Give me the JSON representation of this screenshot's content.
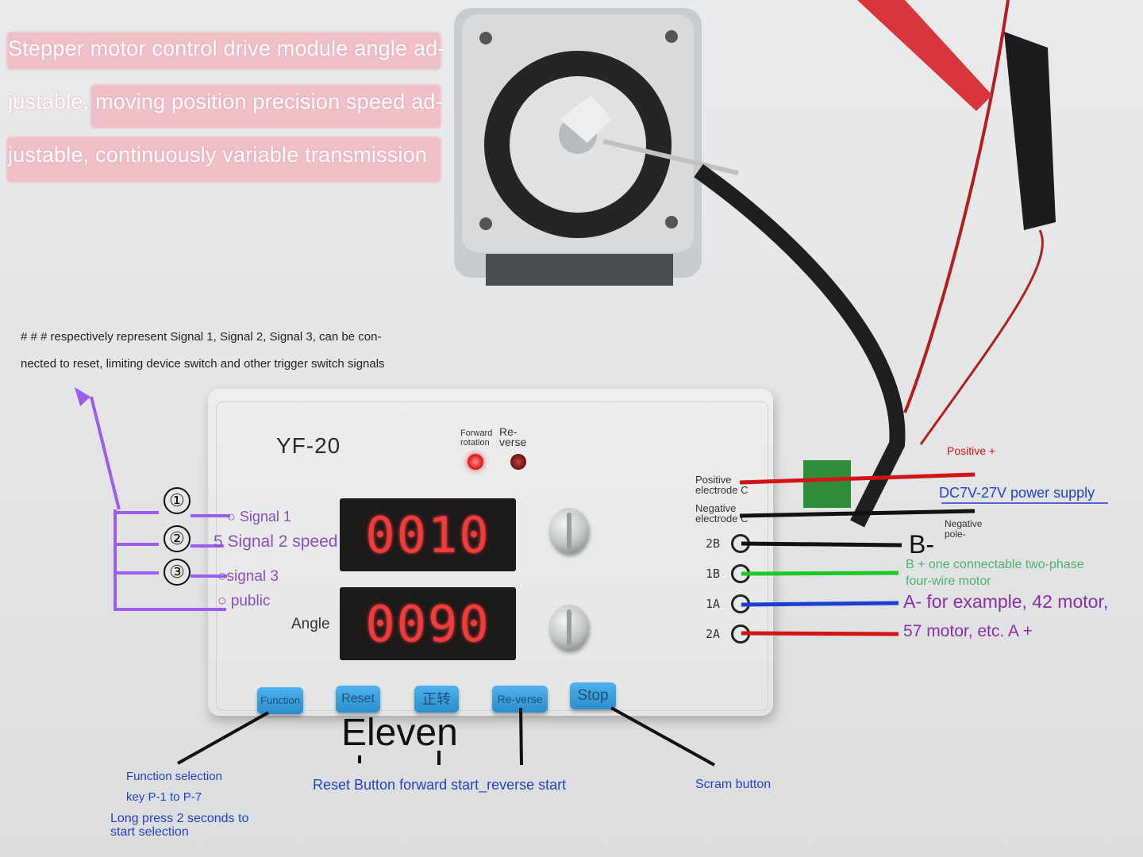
{
  "title_lines": [
    "Stepper motor control drive module angle ad-",
    "justable, moving position precision speed ad-",
    "justable, continuously variable transmission"
  ],
  "note_lines": [
    "# # # respectively represent Signal 1, Signal 2, Signal 3, can be con-",
    "nected to reset, limiting device switch and other trigger switch signals"
  ],
  "device": {
    "model": "YF-20",
    "led_forward": "Forward rotation",
    "led_reverse": "Re-verse",
    "display_top": "0010",
    "display_bottom": "0090",
    "angle_label": "Angle",
    "knob_top_label": "5",
    "buttons": [
      "Function",
      "Reset",
      "正转",
      "Re-verse",
      "Stop"
    ]
  },
  "signals": {
    "signal1": "Signal 1",
    "signal2": "Signal 2 speed",
    "signal3": "signal 3",
    "public": "public",
    "markers": [
      "①",
      "②",
      "③"
    ]
  },
  "terminals": {
    "positive_c": "Positive electrode C",
    "negative_c": "Negative electrode C",
    "labels": [
      "2B",
      "1B",
      "1A",
      "2A"
    ]
  },
  "power": {
    "positive": "Positive +",
    "supply": "DC7V-27V power supply",
    "negative": "Negative pole-"
  },
  "motor_wiring": {
    "b_minus": "B-",
    "b_plus": "B + one connectable two-phase",
    "four_wire": "four-wire motor",
    "a_minus": "A- for example, 42 motor,",
    "a_plus": "57 motor, etc. A +"
  },
  "captions": {
    "eleven": "Eleven",
    "function_sel_1": "Function selection",
    "function_sel_2": "key P-1 to P-7",
    "long_press_1": "Long press 2 seconds to",
    "long_press_2": "start selection",
    "reset_line": "Reset Button forward start_reverse start",
    "scram": "Scram button"
  },
  "colors": {
    "purple": "#9b5cf0",
    "red_wire": "#d41414",
    "green_wire": "#1ec828",
    "blue_wire": "#1a3fd0",
    "label_blue": "#2442c8",
    "label_purple": "#8a2fa8"
  }
}
